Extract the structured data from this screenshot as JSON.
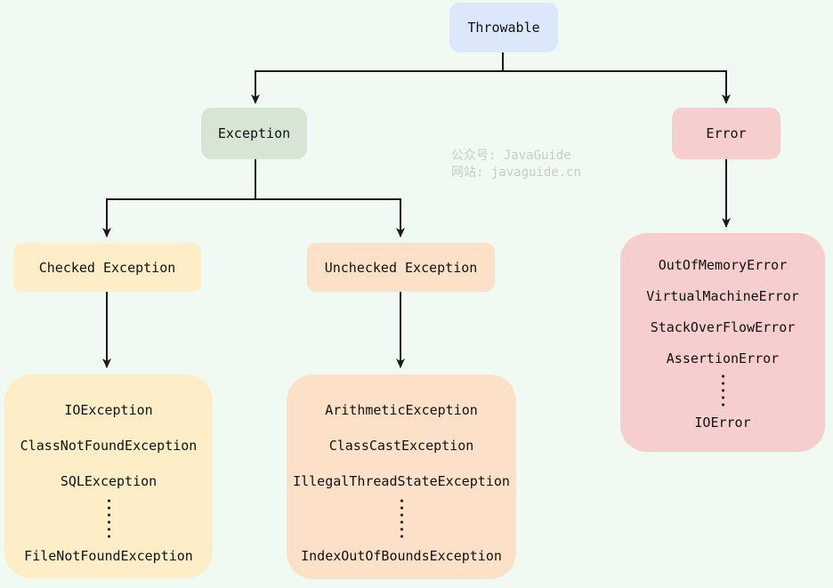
{
  "watermark": {
    "line1": "公众号: JavaGuide",
    "line2": "网站: javaguide.cn"
  },
  "colors": {
    "background": "#f0f9f2",
    "line": "#1a1a1a",
    "text": "#111111",
    "watermark_text": "#c8ccc8",
    "throwable_bg": "#dbe7fa",
    "exception_bg": "#d7e5d4",
    "error_bg": "#f6cecd",
    "checked_bg": "#fdeec8",
    "unchecked_bg": "#fce0c8"
  },
  "nodes": {
    "throwable": {
      "label": "Throwable"
    },
    "exception": {
      "label": "Exception"
    },
    "error": {
      "label": "Error"
    },
    "checked": {
      "label": "Checked Exception"
    },
    "unchecked": {
      "label": "Unchecked Exception"
    }
  },
  "lists": {
    "checked_children": {
      "items": [
        "IOException",
        "ClassNotFoundException",
        "SQLException",
        "⋮",
        "FileNotFoundException"
      ]
    },
    "unchecked_children": {
      "items": [
        "ArithmeticException",
        "ClassCastException",
        "IllegalThreadStateException",
        "⋮",
        "IndexOutOfBoundsException"
      ]
    },
    "error_children": {
      "items": [
        "OutOfMemoryError",
        "VirtualMachineError",
        "StackOverFlowError",
        "AssertionError",
        "⋮",
        "IOError"
      ]
    }
  }
}
